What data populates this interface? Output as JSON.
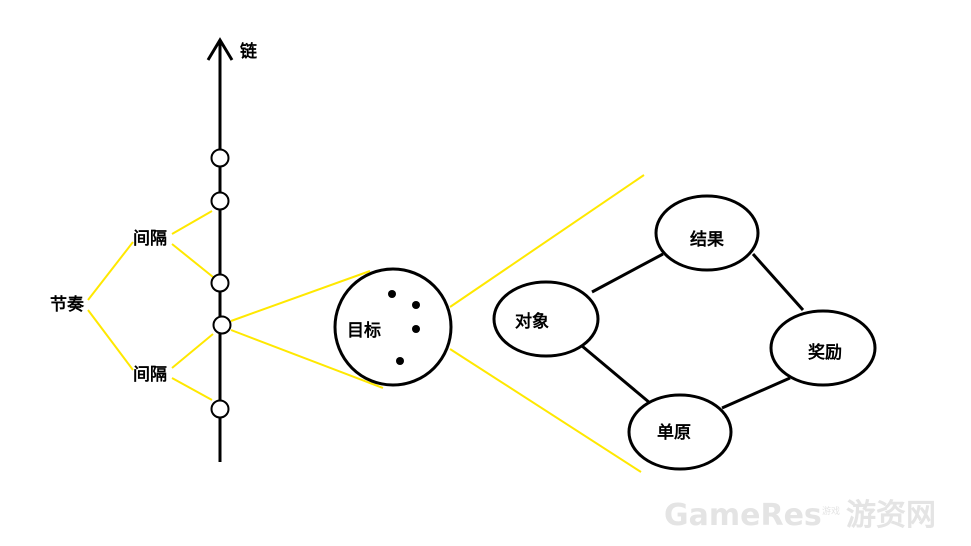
{
  "labels": {
    "chain": "链",
    "rhythm": "节奏",
    "interval_top": "间隔",
    "interval_bottom": "间隔",
    "target": "目标",
    "object": "对象",
    "result": "结果",
    "reward": "奖励",
    "unit": "单原"
  },
  "watermark": {
    "brand": "GameRes",
    "small": "游戏",
    "site": "游资网"
  },
  "colors": {
    "highlight_line": "#ffe800",
    "stroke": "#000000",
    "watermark": "#e4e4e4"
  }
}
